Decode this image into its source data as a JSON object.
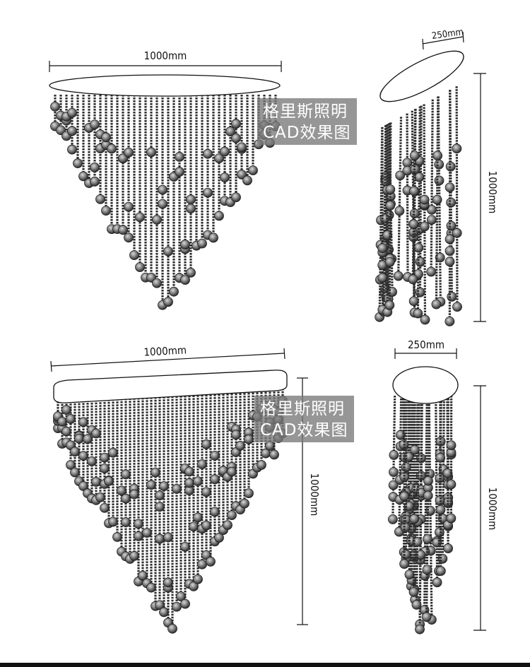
{
  "drawings": {
    "top_front": {
      "width_label": "1000mm"
    },
    "top_side": {
      "width_label": "250mm",
      "height_label": "1000mm"
    },
    "bottom_front": {
      "width_label": "1000mm",
      "height_label": "1000mm"
    },
    "bottom_side": {
      "width_label": "250mm",
      "height_label": "1000mm"
    }
  },
  "watermark": {
    "line1": "格里斯照明",
    "line2": "CAD效果图"
  },
  "colors": {
    "line": "#111111",
    "bead": "#3a3a3a",
    "crystal": "#8a8a8a",
    "canopy_fill": "#ffffff",
    "watermark_bg": "#787878"
  }
}
